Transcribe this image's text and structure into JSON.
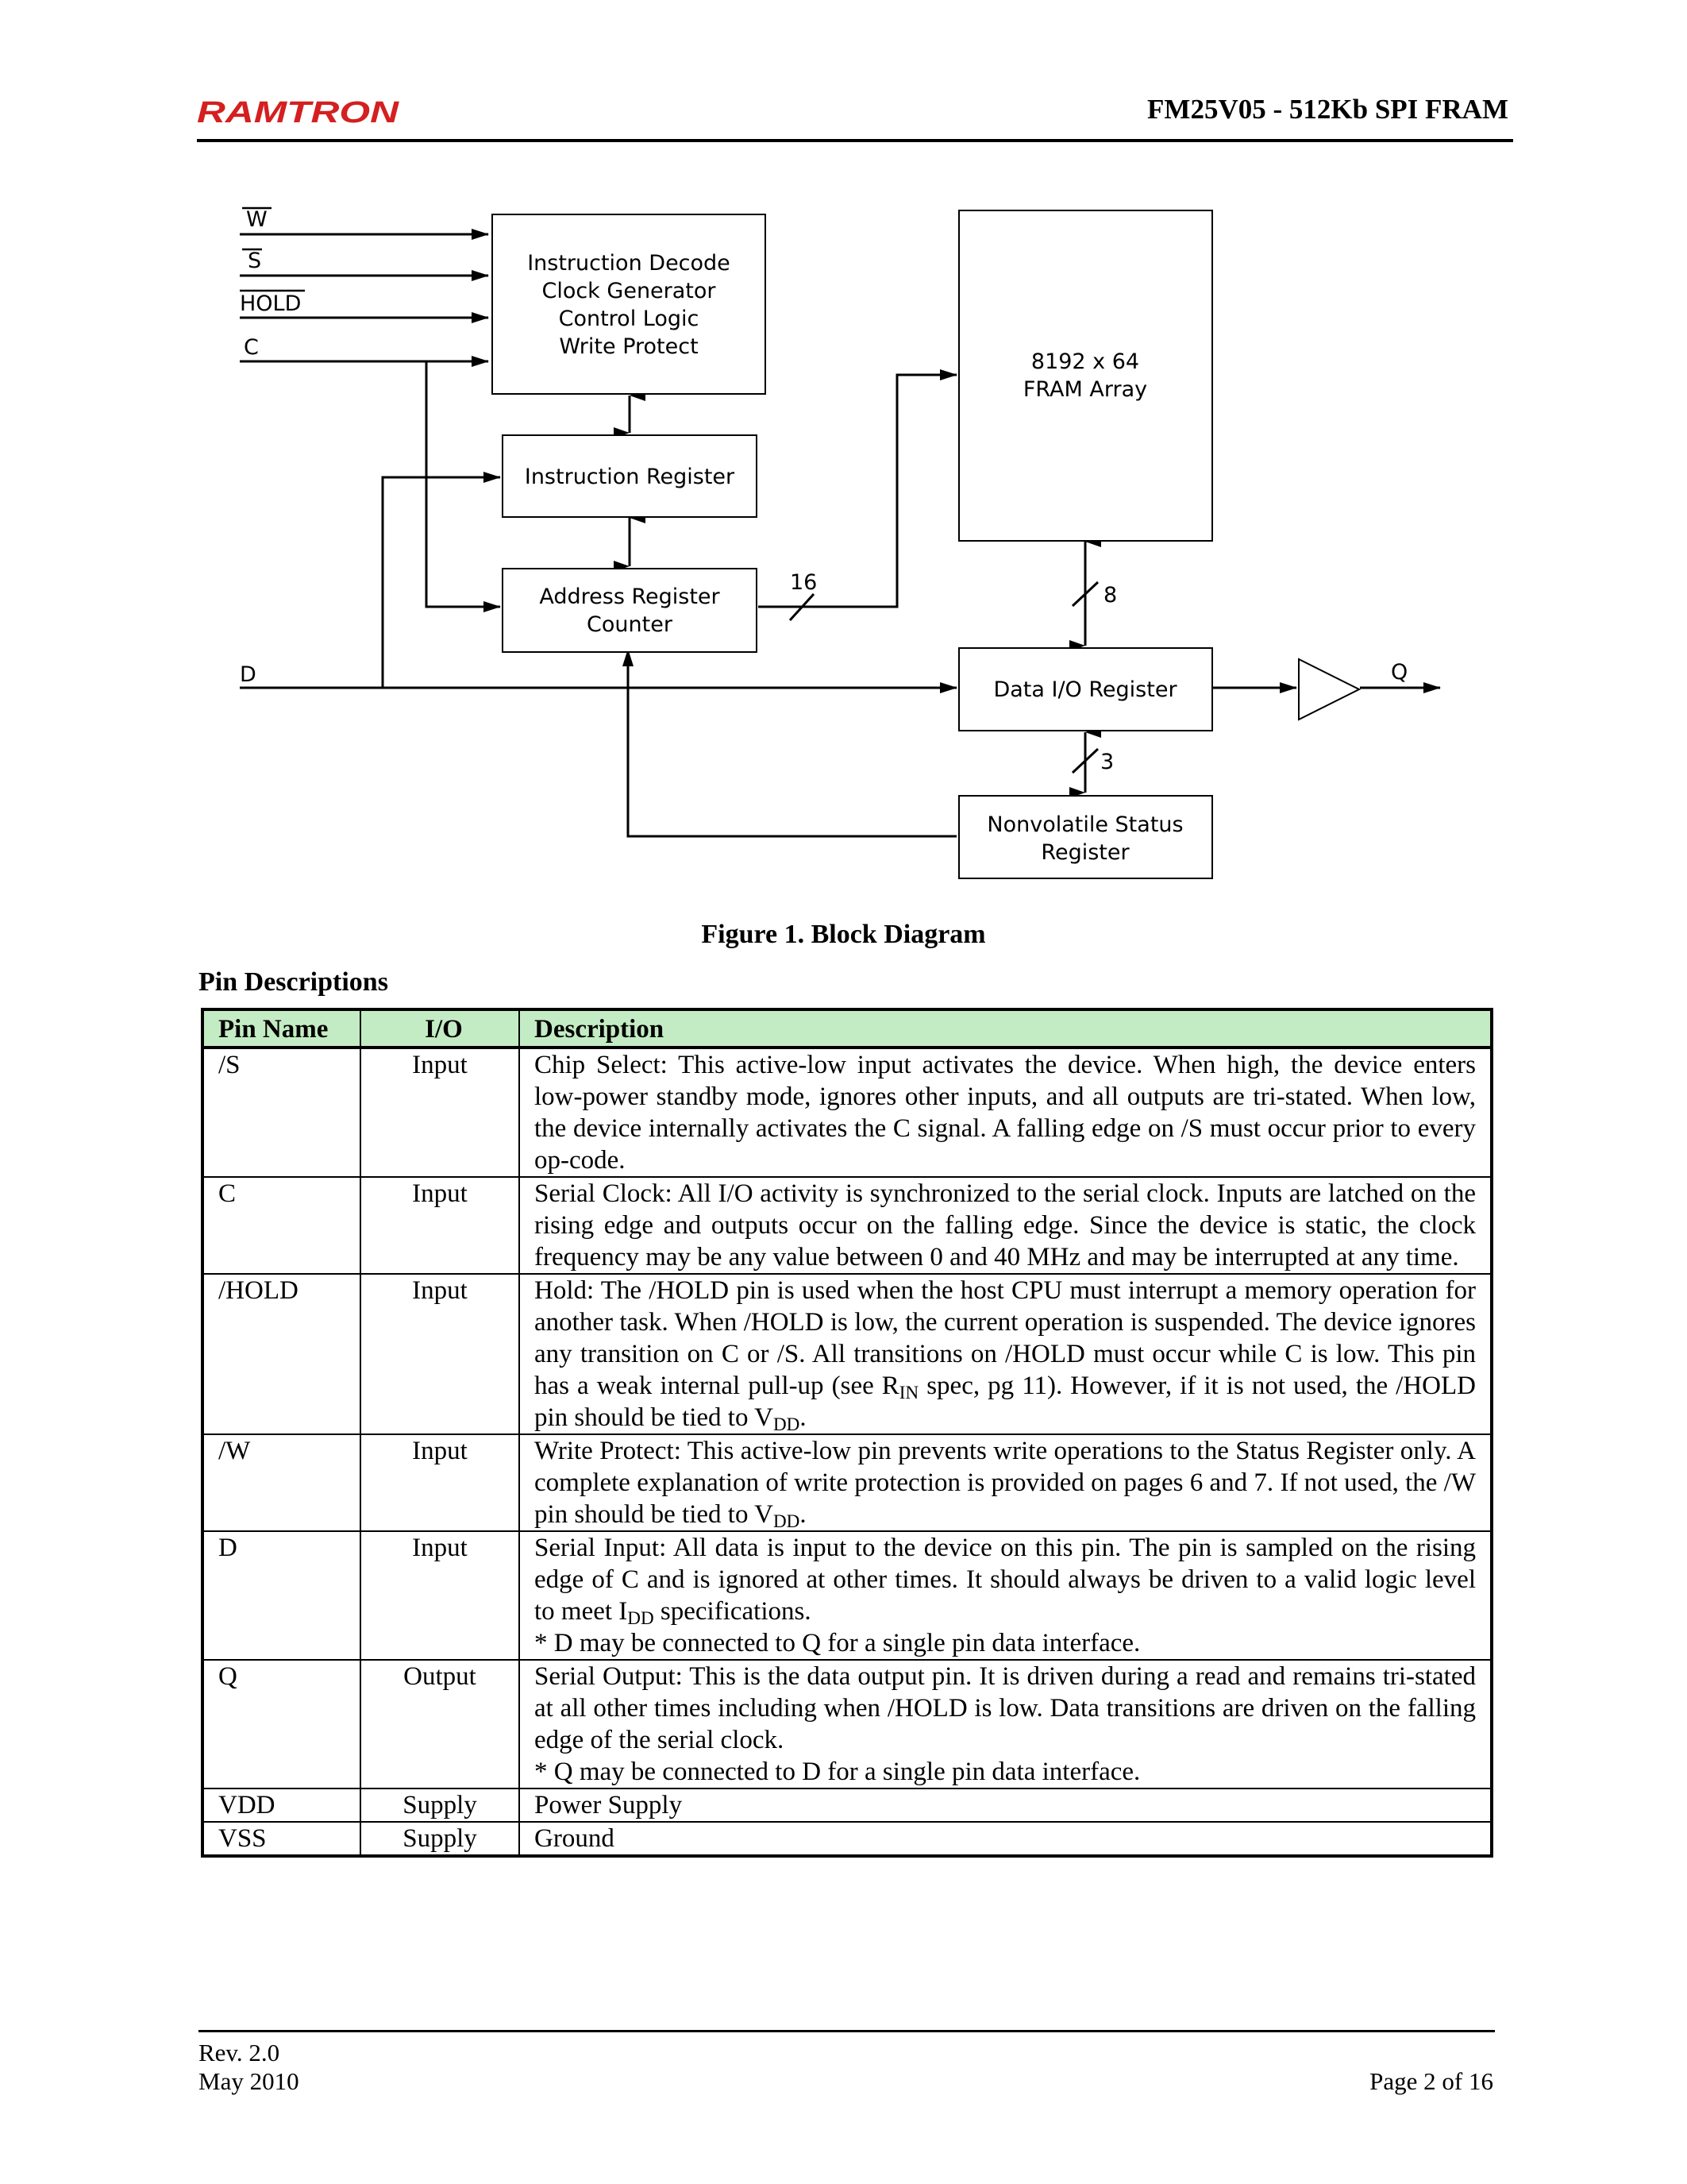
{
  "header": {
    "logo_text": "RAMTRON",
    "doc_title": "FM25V05 - 512Kb SPI FRAM"
  },
  "diagram": {
    "inputs": [
      "W",
      "S",
      "HOLD",
      "C",
      "D"
    ],
    "output": "Q",
    "blocks": {
      "decode": [
        "Instruction Decode",
        "Clock Generator",
        "Control Logic",
        "Write Protect"
      ],
      "instruction_register": "Instruction Register",
      "address_register": [
        "Address Register",
        "Counter"
      ],
      "fram_array": [
        "8192 x 64",
        "FRAM Array"
      ],
      "data_io": "Data I/O Register",
      "status": [
        "Nonvolatile Status",
        "Register"
      ]
    },
    "bus_widths": [
      "16",
      "8",
      "3"
    ]
  },
  "figure_caption": "Figure 1.  Block Diagram",
  "section_title": "Pin Descriptions",
  "table": {
    "headers": [
      "Pin Name",
      "I/O",
      "Description"
    ],
    "rows": [
      {
        "name": "/S",
        "io": "Input",
        "desc": "Chip Select:  This active-low input activates the device. When high, the device enters low-power standby mode, ignores other inputs, and all outputs are tri-stated. When low, the device internally activates the C signal. A falling edge on /S must occur prior to every op-code."
      },
      {
        "name": "C",
        "io": "Input",
        "desc": "Serial Clock: All I/O activity is synchronized to the serial clock. Inputs are latched on the rising edge and outputs occur on the falling edge. Since the device is static, the clock frequency may be any value between 0 and 40 MHz and may be interrupted at any time."
      },
      {
        "name": "/HOLD",
        "io": "Input",
        "desc_a": "Hold: The /HOLD pin is used when the host CPU must interrupt a memory operation for another task. When /HOLD is low, the current operation is suspended. The device ignores any transition on C or /S. All transitions on /HOLD must occur while C is low. This pin has a weak internal pull-up (see R",
        "desc_sub1": "IN",
        "desc_b": " spec, pg 11). However, if it is not used, the /HOLD pin should be tied to V",
        "desc_sub2": "DD",
        "desc_c": "."
      },
      {
        "name": "/W",
        "io": "Input",
        "desc_a": "Write Protect:  This active-low pin prevents write operations to the Status Register only. A complete explanation of write protection is provided on pages 6 and 7.  If not used, the /W pin should be tied to V",
        "desc_sub": "DD",
        "desc_b": "."
      },
      {
        "name": "D",
        "io": "Input",
        "desc_a": "Serial Input:  All data is input to the device on this pin. The pin is sampled on the rising edge of C and is ignored at other times. It should always be driven to a valid logic level to meet I",
        "desc_sub": "DD",
        "desc_b": " specifications.",
        "note": "* D may be connected to Q for a single pin data interface."
      },
      {
        "name": "Q",
        "io": "Output",
        "desc": "Serial Output:  This is the data output pin. It is driven during a read and remains tri-stated at all other times including when /HOLD is low. Data transitions are driven on the falling edge of the serial clock.",
        "note": "* Q may be connected to D for a single pin data interface."
      },
      {
        "name": "VDD",
        "io": "Supply",
        "desc": "Power Supply"
      },
      {
        "name": "VSS",
        "io": "Supply",
        "desc": "Ground"
      }
    ]
  },
  "footer": {
    "rev": "Rev. 2.0",
    "date": "May 2010",
    "page": "Page 2 of 16"
  }
}
